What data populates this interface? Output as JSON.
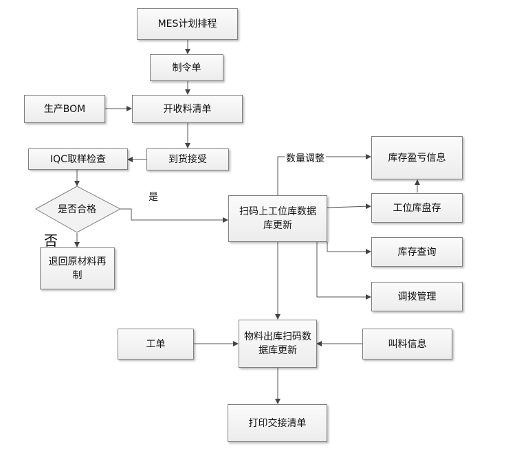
{
  "nodes": {
    "mes_plan": "MES计划排程",
    "work_order": "制令单",
    "bom": "生产BOM",
    "pick_list": "开收料清单",
    "receive": "到货接受",
    "iqc": "IQC取样检查",
    "qualified": "是否合格",
    "return_material": "退回原材料再制",
    "scan_update": "扫码上工位库数据库更新",
    "inv_profit_loss": "库存盈亏信息",
    "station_count": "工位库盘存",
    "inv_query": "库存查询",
    "transfer": "调拨管理",
    "job_ticket": "工单",
    "material_out": "物料出库扫码数据库更新",
    "call_material": "叫料信息",
    "print_handover": "打印交接清单"
  },
  "labels": {
    "yes": "是",
    "no": "否",
    "qty_adjust": "数量调整"
  }
}
